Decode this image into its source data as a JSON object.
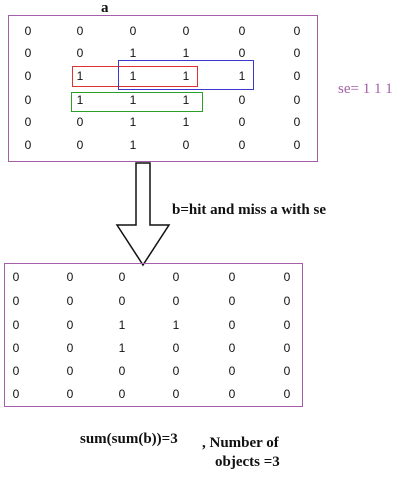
{
  "matrix_a": {
    "label": "a",
    "rows": [
      [
        "0",
        "0",
        "0",
        "0",
        "0",
        "0"
      ],
      [
        "0",
        "0",
        "1",
        "1",
        "0",
        "0"
      ],
      [
        "0",
        "1",
        "1",
        "1",
        "1",
        "0"
      ],
      [
        "0",
        "1",
        "1",
        "1",
        "0",
        "0"
      ],
      [
        "0",
        "0",
        "1",
        "1",
        "0",
        "0"
      ],
      [
        "0",
        "0",
        "1",
        "0",
        "0",
        "0"
      ]
    ]
  },
  "highlights": [
    {
      "name": "red-highlight-box",
      "color": "#e03030"
    },
    {
      "name": "blue-highlight-box",
      "color": "#3a3ad0"
    },
    {
      "name": "green-highlight-box",
      "color": "#2aa02a"
    }
  ],
  "structuring_element": {
    "label": "se= 1  1  1"
  },
  "operation": {
    "label": "b=hit and miss a with se"
  },
  "matrix_b": {
    "rows": [
      [
        "0",
        "0",
        "0",
        "0",
        "0",
        "0"
      ],
      [
        "0",
        "0",
        "0",
        "0",
        "0",
        "0"
      ],
      [
        "0",
        "0",
        "1",
        "1",
        "0",
        "0"
      ],
      [
        "0",
        "0",
        "1",
        "0",
        "0",
        "0"
      ],
      [
        "0",
        "0",
        "0",
        "0",
        "0",
        "0"
      ],
      [
        "0",
        "0",
        "0",
        "0",
        "0",
        "0"
      ]
    ]
  },
  "result": {
    "sum_text": "sum(sum(b))=3",
    "objects_line1": ", Number of",
    "objects_line2": "objects =3"
  },
  "colors": {
    "frame": "#a45fa8",
    "se_text": "#a45fa8"
  }
}
